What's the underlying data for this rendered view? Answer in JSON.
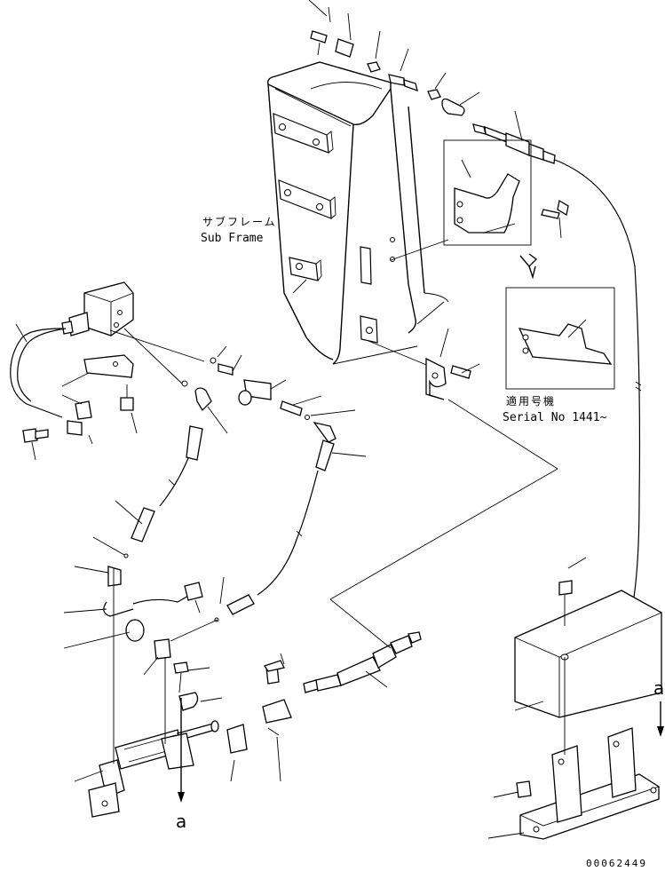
{
  "labels": {
    "subframe_jp": "サブフレーム",
    "subframe_en": "Sub Frame",
    "serial_jp": "適用号機",
    "serial_en": "Serial No 1441~",
    "ref_left": "a",
    "ref_right": "a",
    "drawing_code": "00062449"
  }
}
